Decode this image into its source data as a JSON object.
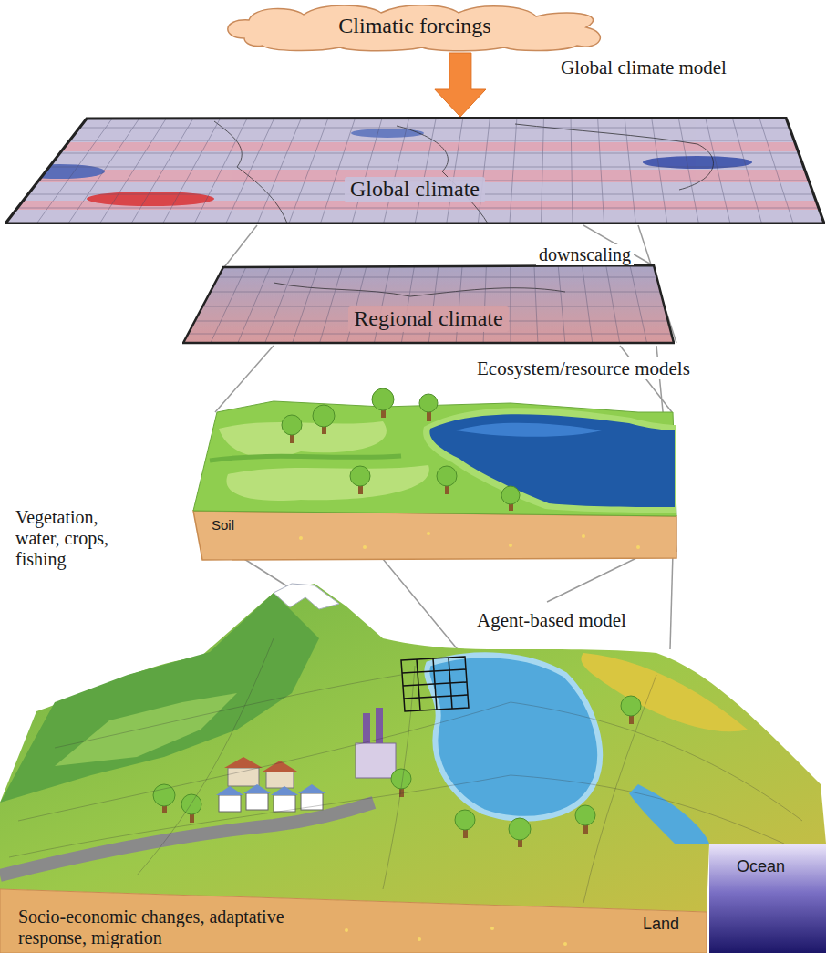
{
  "diagram": {
    "nodes": [
      {
        "text": [
          "Climatic forcings"
        ]
      },
      {
        "text": [
          "Global climate"
        ]
      },
      {
        "text": [
          "Regional climate"
        ]
      }
    ],
    "edges": [
      {
        "from": 0,
        "to": 1,
        "arrow": "to"
      }
    ],
    "labels": [
      "Global climate model",
      "downscaling",
      "Ecosystem/resource models",
      "Vegetation, water, crops, fishing",
      "Soil",
      "Agent-based model",
      "Land",
      "Ocean",
      "Socio-economic changes, adaptative response, migration"
    ]
  }
}
